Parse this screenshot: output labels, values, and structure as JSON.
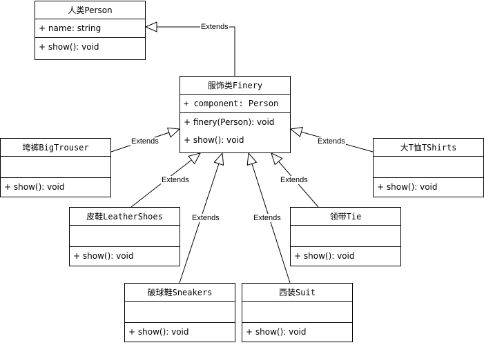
{
  "classes": {
    "person": {
      "title": "人类Person",
      "attrs": [
        "+ name: string"
      ],
      "methods": [
        "+ show(): void"
      ]
    },
    "finery": {
      "title": "服饰类Finery",
      "attrs": [
        "+ component: Person"
      ],
      "methods": [
        "+ finery(Person): void",
        "+ show(): void"
      ]
    },
    "bigtrouser": {
      "title": "垮裤BigTrouser",
      "attrs": [],
      "methods": [
        "+ show(): void"
      ]
    },
    "tshirts": {
      "title": "大T恤TShirts",
      "attrs": [],
      "methods": [
        "+ show(): void"
      ]
    },
    "leathershoes": {
      "title": "皮鞋LeatherShoes",
      "attrs": [],
      "methods": [
        "+ show(): void"
      ]
    },
    "tie": {
      "title": "领带Tie",
      "attrs": [],
      "methods": [
        "+ show(): void"
      ]
    },
    "sneakers": {
      "title": "破球鞋Sneakers",
      "attrs": [],
      "methods": [
        "+ show(): void"
      ]
    },
    "suit": {
      "title": "西装Suit",
      "attrs": [],
      "methods": [
        "+ show(): void"
      ]
    }
  },
  "relations": [
    {
      "from": "finery",
      "to": "person",
      "label": "Extends"
    },
    {
      "from": "bigtrouser",
      "to": "finery",
      "label": "Extends"
    },
    {
      "from": "tshirts",
      "to": "finery",
      "label": "Extends"
    },
    {
      "from": "leathershoes",
      "to": "finery",
      "label": "Extends"
    },
    {
      "from": "tie",
      "to": "finery",
      "label": "Extends"
    },
    {
      "from": "sneakers",
      "to": "finery",
      "label": "Extends"
    },
    {
      "from": "suit",
      "to": "finery",
      "label": "Extends"
    }
  ]
}
